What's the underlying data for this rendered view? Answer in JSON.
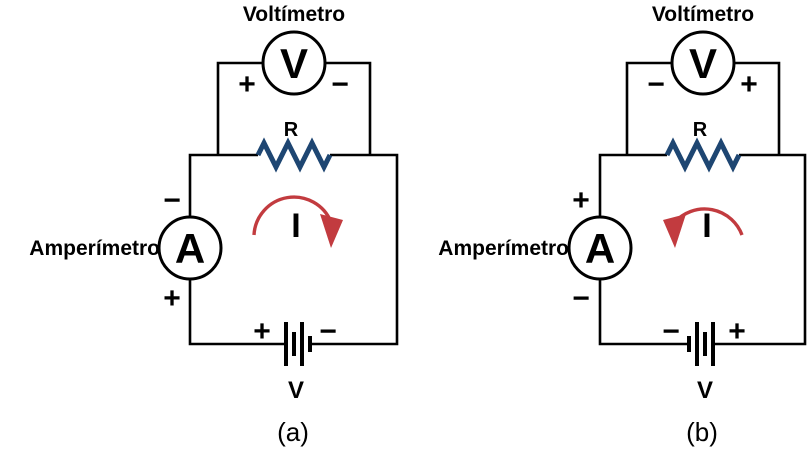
{
  "figure": {
    "colors": {
      "wire": "#000000",
      "resistor": "#1e4672",
      "current_arrow": "#c23b3f",
      "background": "#ffffff",
      "text": "#000000"
    },
    "circuits": [
      {
        "caption": "(a)",
        "voltmeter": {
          "name_label": "Voltímetro",
          "dial_letter": "V",
          "left_sign": "+",
          "right_sign": "−"
        },
        "resistor_label": "R",
        "current": {
          "label": "I",
          "direction": "clockwise"
        },
        "ammeter": {
          "name_label": "Amperímetro",
          "dial_letter": "A",
          "top_sign": "−",
          "bottom_sign": "+"
        },
        "battery": {
          "left_sign": "+",
          "right_sign": "−",
          "label": "V"
        }
      },
      {
        "caption": "(b)",
        "voltmeter": {
          "name_label": "Voltímetro",
          "dial_letter": "V",
          "left_sign": "−",
          "right_sign": "+"
        },
        "resistor_label": "R",
        "current": {
          "label": "I",
          "direction": "counterclockwise"
        },
        "ammeter": {
          "name_label": "Amperímetro",
          "dial_letter": "A",
          "top_sign": "+",
          "bottom_sign": "−"
        },
        "battery": {
          "left_sign": "−",
          "right_sign": "+",
          "label": "V"
        }
      }
    ]
  }
}
